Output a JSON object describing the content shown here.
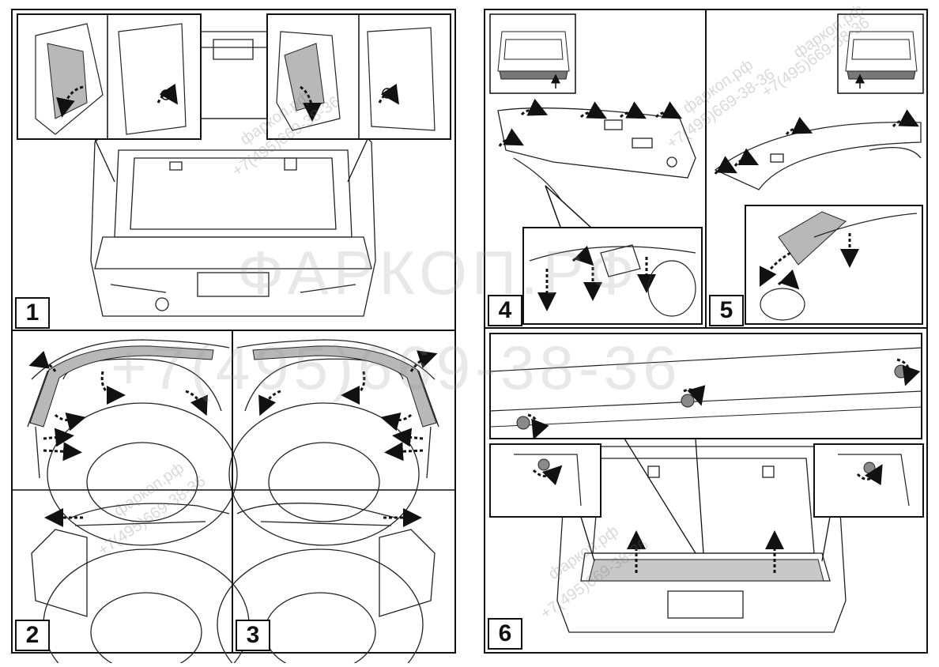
{
  "steps": [
    {
      "id": 1,
      "label": "1"
    },
    {
      "id": 2,
      "label": "2"
    },
    {
      "id": 3,
      "label": "3"
    },
    {
      "id": 4,
      "label": "4"
    },
    {
      "id": 5,
      "label": "5"
    },
    {
      "id": 6,
      "label": "6"
    }
  ],
  "watermark": {
    "site": "фаркоп.рф",
    "phone": "+7(495)669-38-36",
    "brand": "ФАРКОП.РФ",
    "phone_big": "+7(495)669-38-36"
  },
  "colors": {
    "line": "#1a1a1a",
    "shade": "#b8b8b8",
    "frame": "#111111"
  }
}
